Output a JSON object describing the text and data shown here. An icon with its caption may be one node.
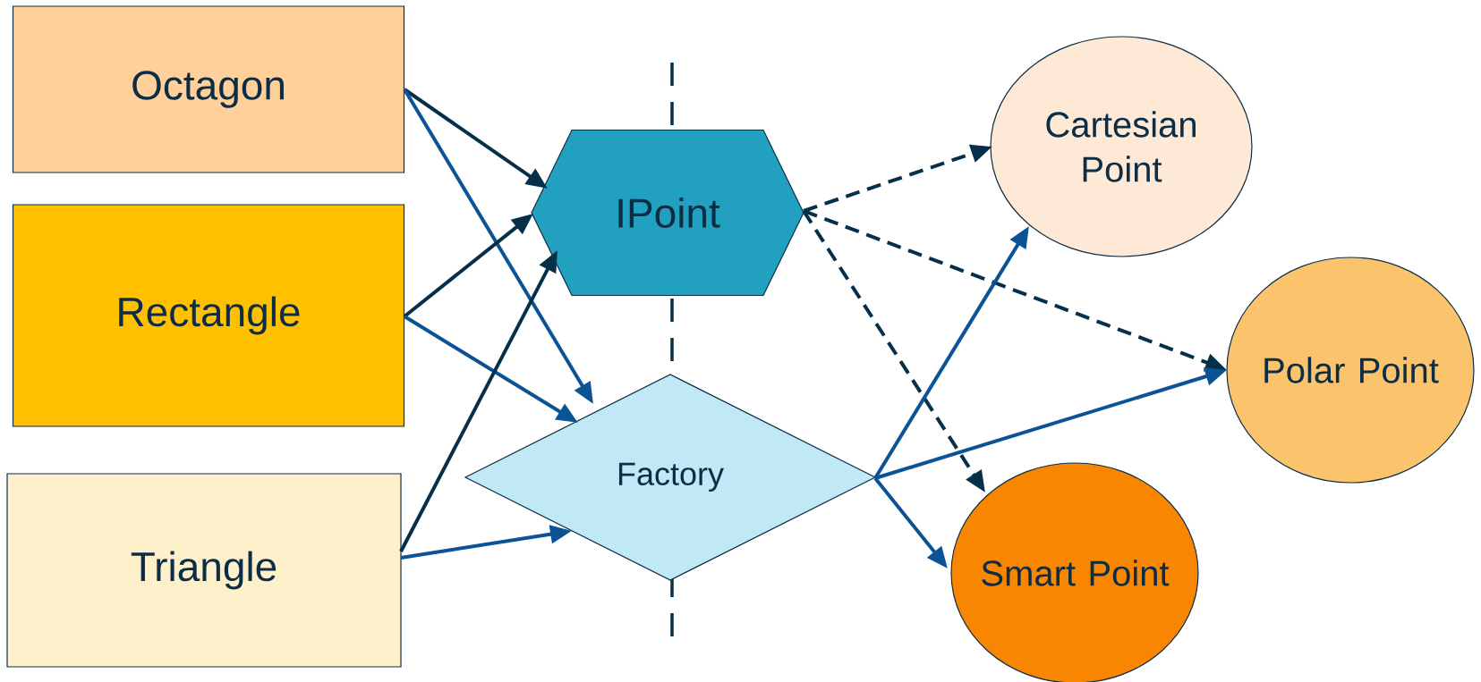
{
  "diagram": {
    "nodes": [
      {
        "text": [
          "Octagon"
        ]
      },
      {
        "text": [
          "Rectangle"
        ]
      },
      {
        "text": [
          "Triangle"
        ]
      },
      {
        "text": [
          "IPoint"
        ]
      },
      {
        "text": [
          "Factory"
        ]
      },
      {
        "text": [
          "Cartesian Point"
        ]
      },
      {
        "text": [
          "Polar Point"
        ]
      },
      {
        "text": [
          "Smart Point"
        ]
      }
    ],
    "edges": [
      {
        "from": 0,
        "to": 3,
        "arrow": "to"
      },
      {
        "from": 0,
        "to": 4,
        "arrow": "to",
        "color": "#0b5394"
      },
      {
        "from": 1,
        "to": 3,
        "arrow": "to"
      },
      {
        "from": 1,
        "to": 4,
        "arrow": "to",
        "color": "#0b5394"
      },
      {
        "from": 2,
        "to": 3,
        "arrow": "to"
      },
      {
        "from": 2,
        "to": 4,
        "arrow": "to",
        "color": "#0b5394"
      },
      {
        "from": 3,
        "to": 5,
        "arrow": "to",
        "style": "dashed"
      },
      {
        "from": 3,
        "to": 6,
        "arrow": "to",
        "style": "dashed"
      },
      {
        "from": 3,
        "to": 7,
        "arrow": "to",
        "style": "dashed"
      },
      {
        "from": 4,
        "to": 5,
        "arrow": "to",
        "color": "#0b5394"
      },
      {
        "from": 4,
        "to": 6,
        "arrow": "to",
        "color": "#0b5394"
      },
      {
        "from": 4,
        "to": 7,
        "arrow": "to",
        "color": "#0b5394"
      }
    ]
  }
}
